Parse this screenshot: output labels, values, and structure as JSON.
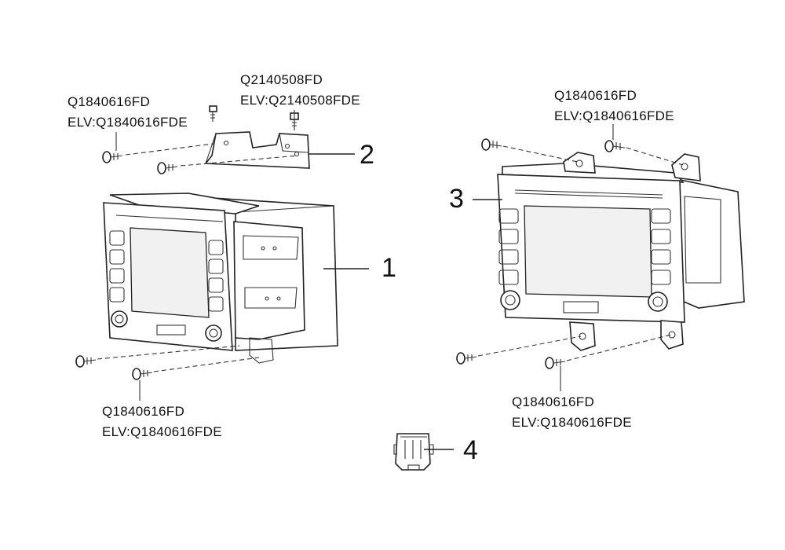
{
  "labels": {
    "bracket_screw_top": {
      "part": "Q2140508FD",
      "elv": "ELV:Q2140508FDE"
    },
    "unit1_screw_top": {
      "part": "Q1840616FD",
      "elv": "ELV:Q1840616FDE"
    },
    "unit1_screw_bottom": {
      "part": "Q1840616FD",
      "elv": "ELV:Q1840616FDE"
    },
    "unit3_screw_top": {
      "part": "Q1840616FD",
      "elv": "ELV:Q1840616FDE"
    },
    "unit3_screw_bottom": {
      "part": "Q1840616FD",
      "elv": "ELV:Q1840616FDE"
    }
  },
  "callouts": {
    "n1": "1",
    "n2": "2",
    "n3": "3",
    "n4": "4"
  },
  "icons": [
    "screw-icon",
    "radio-unit-icon",
    "mounting-bracket-icon",
    "connector-icon"
  ]
}
